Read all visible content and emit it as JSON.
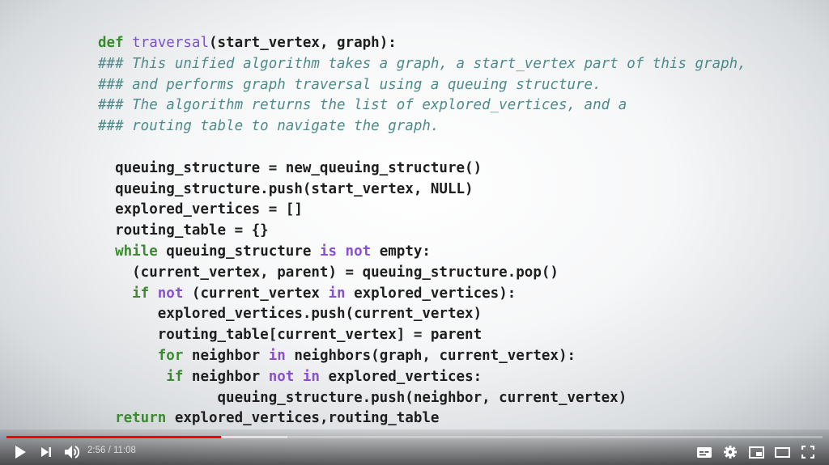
{
  "code_lines": [
    [
      {
        "t": "def ",
        "c": "kw"
      },
      {
        "t": "traversal",
        "c": "fn"
      },
      {
        "t": "(start_vertex, graph):",
        "c": "pl"
      }
    ],
    [
      {
        "t": "### This unified algorithm takes a graph, a start_vertex part of this graph,",
        "c": "cm"
      }
    ],
    [
      {
        "t": "### and performs graph traversal using a queuing structure.",
        "c": "cm"
      }
    ],
    [
      {
        "t": "### The algorithm returns the list of explored_vertices, and a",
        "c": "cm"
      }
    ],
    [
      {
        "t": "### routing table to navigate the graph.",
        "c": "cm"
      }
    ],
    [],
    [
      {
        "t": "  queuing_structure = new_queuing_structure()",
        "c": "pl"
      }
    ],
    [
      {
        "t": "  queuing_structure.push(start_vertex, NULL)",
        "c": "pl"
      }
    ],
    [
      {
        "t": "  explored_vertices = []",
        "c": "pl"
      }
    ],
    [
      {
        "t": "  routing_table = {}",
        "c": "pl"
      }
    ],
    [
      {
        "t": "  while ",
        "c": "kw"
      },
      {
        "t": "queuing_structure ",
        "c": "pl"
      },
      {
        "t": "is not ",
        "c": "op"
      },
      {
        "t": "empty:",
        "c": "pl"
      }
    ],
    [
      {
        "t": "    (current_vertex, parent) = queuing_structure.pop()",
        "c": "pl"
      }
    ],
    [
      {
        "t": "    if ",
        "c": "kw"
      },
      {
        "t": "not ",
        "c": "op"
      },
      {
        "t": "(current_vertex ",
        "c": "pl"
      },
      {
        "t": "in ",
        "c": "op"
      },
      {
        "t": "explored_vertices):",
        "c": "pl"
      }
    ],
    [
      {
        "t": "       explored_vertices.push(current_vertex)",
        "c": "pl"
      }
    ],
    [
      {
        "t": "       routing_table[current_vertex] = parent",
        "c": "pl"
      }
    ],
    [
      {
        "t": "       for ",
        "c": "kw"
      },
      {
        "t": "neighbor ",
        "c": "pl"
      },
      {
        "t": "in ",
        "c": "op"
      },
      {
        "t": "neighbors(graph, current_vertex):",
        "c": "pl"
      }
    ],
    [
      {
        "t": "        if ",
        "c": "kw"
      },
      {
        "t": "neighbor ",
        "c": "pl"
      },
      {
        "t": "not in ",
        "c": "op"
      },
      {
        "t": "explored_vertices:",
        "c": "pl"
      }
    ],
    [
      {
        "t": "              queuing_structure.push(neighbor, current_vertex)",
        "c": "pl"
      }
    ],
    [
      {
        "t": "  return ",
        "c": "kw"
      },
      {
        "t": "explored_vertices,routing_table",
        "c": "pl"
      }
    ]
  ],
  "player": {
    "current_time": "2:56",
    "duration": "11:08",
    "time_display": "2:56 / 11:08",
    "played_fraction": 0.263,
    "buffered_fraction": 0.344,
    "accent_color": "#ff0000"
  },
  "controls": [
    "play-icon",
    "next-icon",
    "volume-icon",
    "subtitles-icon",
    "settings-icon",
    "miniplayer-icon",
    "theater-icon",
    "fullscreen-icon"
  ]
}
